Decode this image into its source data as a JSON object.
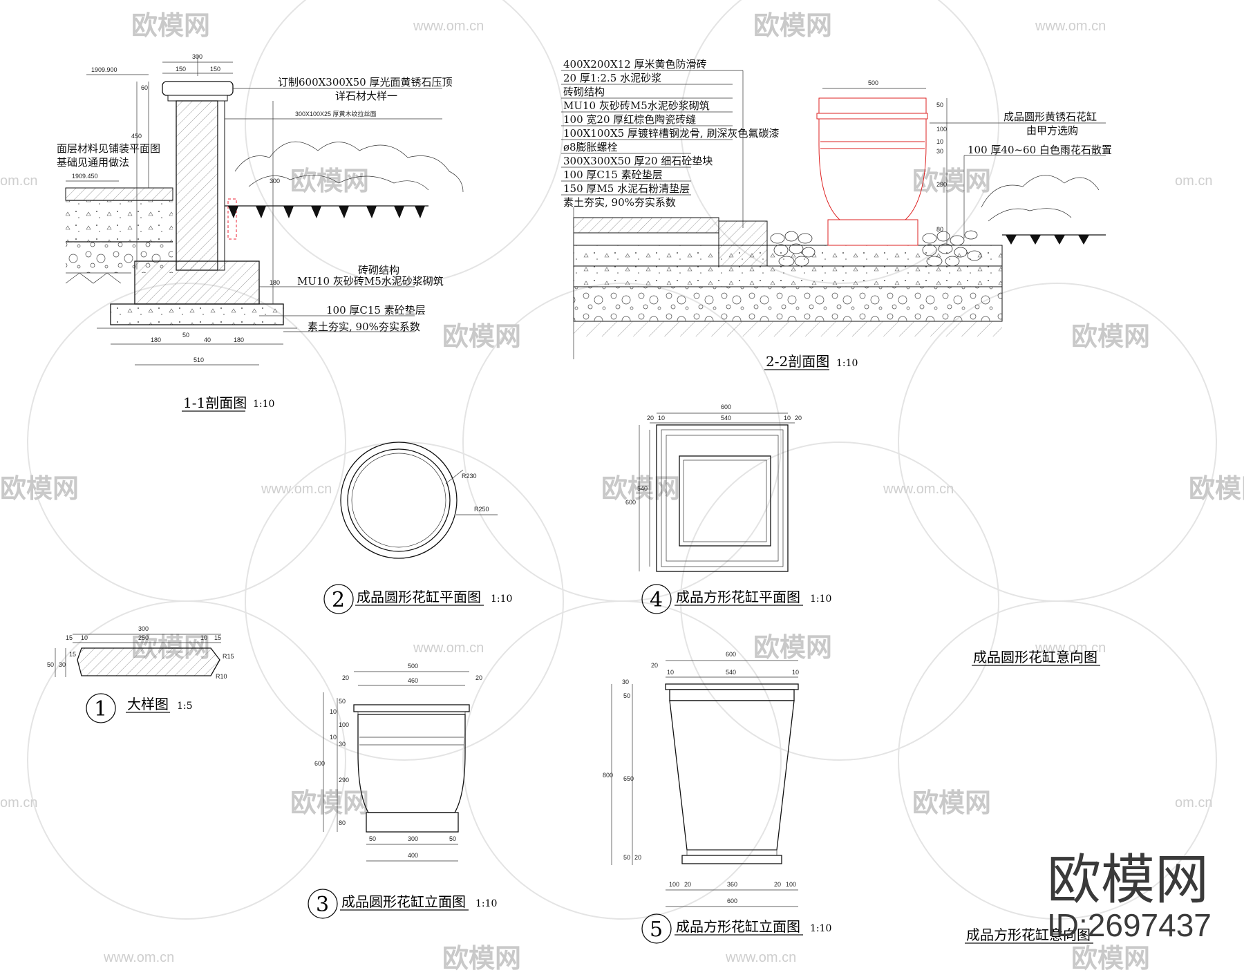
{
  "watermark": {
    "brand": "欧模网",
    "url": "www.om.cn",
    "url_short": "om.cn",
    "id": "ID:2697437"
  },
  "detail_1_1": {
    "title": "1-1剖面图",
    "scale": "1:10",
    "elev_top": "1909.900",
    "elev_ground": "1909.450",
    "note_surface": "面层材料见铺装平面图",
    "note_foundation": "基础见通用做法",
    "callout_cap": "订制600X300X50   厚光面黄锈石压顶",
    "callout_cap2": "详石材大样一",
    "callout_facing": "300X100X25   厚黄木纹拉丝面",
    "callout_brick": "砖砌结构",
    "callout_mortar": "MU10  灰砂砖M5水泥砂浆砌筑",
    "callout_base": "100 厚C15 素砼垫层",
    "callout_soil": "素土夯实, 90%夯实系数",
    "dims": {
      "w300": "300",
      "w150a": "150",
      "w150b": "150",
      "h60": "60",
      "h450": "450",
      "h300": "300",
      "h180": "180",
      "b180a": "180",
      "b50a": "50",
      "b40": "40",
      "b180b": "180",
      "total": "510"
    }
  },
  "detail_2_2": {
    "title": "2-2剖面图",
    "scale": "1:10",
    "layers": [
      "400X200X12   厚米黄色防滑砖",
      "20 厚1:2.5 水泥砂浆",
      "砖砌结构",
      "MU10  灰砂砖M5水泥砂浆砌筑",
      "100 宽20 厚红棕色陶瓷砖缝",
      "100X100X5   厚镀锌槽钢龙骨, 刷深灰色氟碳漆",
      "ø8膨胀螺栓",
      "300X300X50    厚20 细石砼垫块",
      "100 厚C15 素砼垫层",
      "150 厚M5 水泥石粉清垫层",
      "素土夯实, 90%夯实系数"
    ],
    "pot_note1": "成品圆形黄锈石花缸",
    "pot_note2": "由甲方选购",
    "pebble_note": "100 厚40~60  白色雨花石散置",
    "dims": {
      "w500": "500",
      "h50": "50",
      "h100": "100",
      "h10": "10",
      "h30": "30",
      "h290": "290",
      "h80": "80"
    }
  },
  "plan_round": {
    "num": "2",
    "title": "成品圆形花缸平面图",
    "scale": "1:10",
    "r1": "R230",
    "r2": "R250"
  },
  "plan_square": {
    "num": "4",
    "title": "成品方形花缸平面图",
    "scale": "1:10",
    "dims": {
      "w600": "600",
      "w540": "540",
      "a20": "20",
      "a10": "10",
      "b10": "10",
      "b20": "20",
      "h600": "600",
      "h540": "540"
    }
  },
  "detail_sample": {
    "num": "1",
    "title": "大样图",
    "scale": "1:5",
    "dims": {
      "w300": "300",
      "w15a": "15",
      "w10a": "10",
      "w250": "250",
      "w10b": "10",
      "w15b": "15",
      "h50": "50",
      "h30": "30",
      "h15": "15",
      "r15": "R15",
      "r10": "R10"
    }
  },
  "elev_round": {
    "num": "3",
    "title": "成品圆形花缸立面图",
    "scale": "1:10",
    "dims": {
      "w500": "500",
      "w460": "460",
      "e20a": "20",
      "e20b": "20",
      "h600": "600",
      "b50a": "50",
      "b300": "300",
      "b50b": "50",
      "b400": "400",
      "v50": "50",
      "v10": "10",
      "v100": "100",
      "v10b": "10",
      "v30": "30",
      "v290": "290",
      "v80": "80"
    }
  },
  "elev_square": {
    "num": "5",
    "title": "成品方形花缸立面图",
    "scale": "1:10",
    "dims": {
      "w600": "600",
      "w540": "540",
      "e20": "20",
      "e10a": "10",
      "e10b": "10",
      "h800": "800",
      "v30": "30",
      "v50": "50",
      "v650": "650",
      "v50b": "50",
      "v20": "20",
      "b100a": "100",
      "b20a": "20",
      "b360": "360",
      "b20b": "20",
      "b100b": "100",
      "b600": "600"
    }
  },
  "intent": {
    "round": "成品圆形花缸意向图",
    "square": "成品方形花缸意向图"
  }
}
